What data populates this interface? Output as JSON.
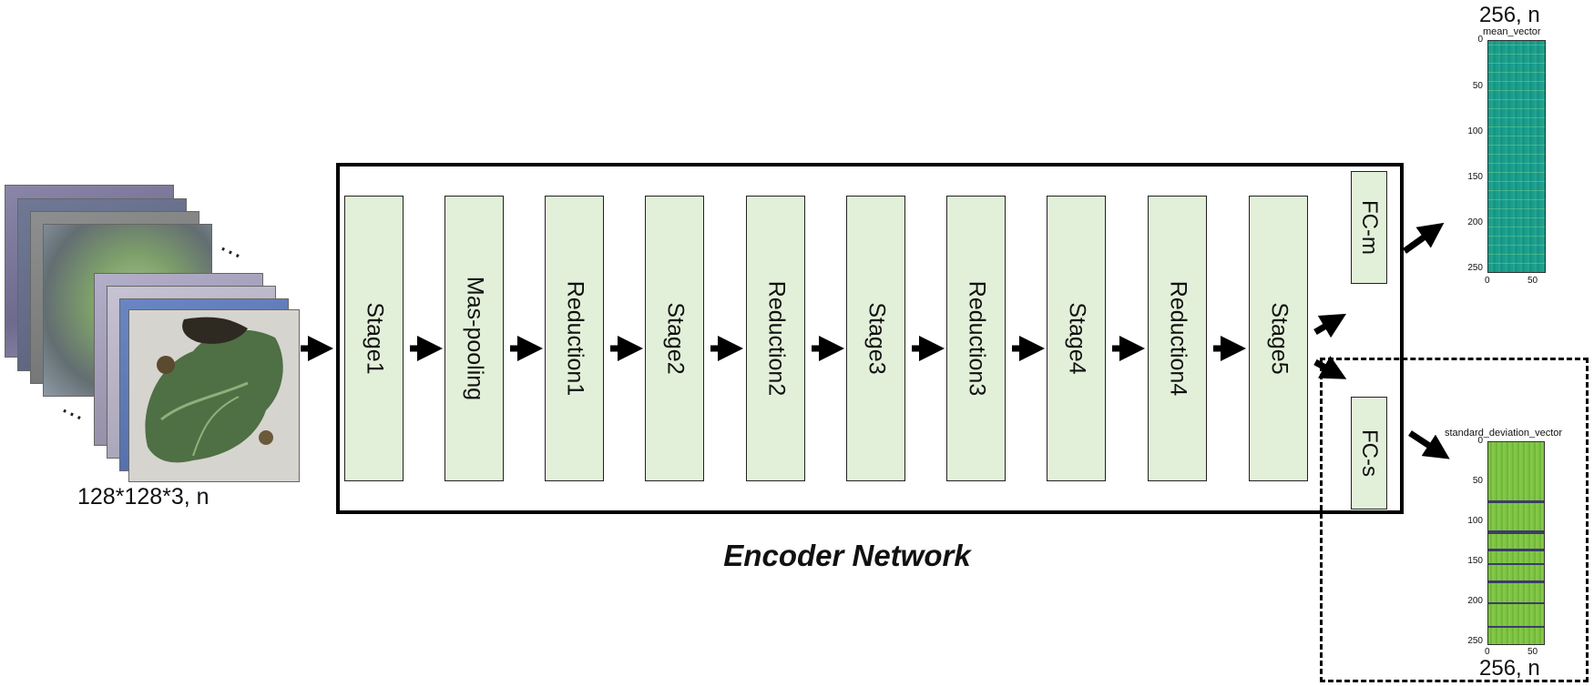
{
  "input": {
    "size_label": "128*128*3, n",
    "ellipsis_top": "⋯",
    "ellipsis_bottom": "⋯"
  },
  "encoder": {
    "title": "Encoder Network",
    "blocks": [
      "Stage1",
      "Mas-pooling",
      "Reduction1",
      "Stage2",
      "Reduction2",
      "Stage3",
      "Reduction3",
      "Stage4",
      "Reduction4",
      "Stage5"
    ],
    "fc_m": "FC-m",
    "fc_s": "FC-s"
  },
  "outputs": {
    "mean": {
      "size_label": "256, n",
      "title": "mean_vector",
      "yticks": [
        "0",
        "50",
        "100",
        "150",
        "200",
        "250"
      ],
      "xticks": [
        "0",
        "50"
      ]
    },
    "std": {
      "size_label": "256, n",
      "title": "standard_deviation_vector",
      "yticks": [
        "0",
        "50",
        "100",
        "150",
        "200",
        "250"
      ],
      "xticks": [
        "0",
        "50"
      ]
    }
  },
  "colors": {
    "block_fill": "#e2f0d9",
    "mean_heat": "#1f9e8a",
    "std_heat": "#7cc242"
  }
}
